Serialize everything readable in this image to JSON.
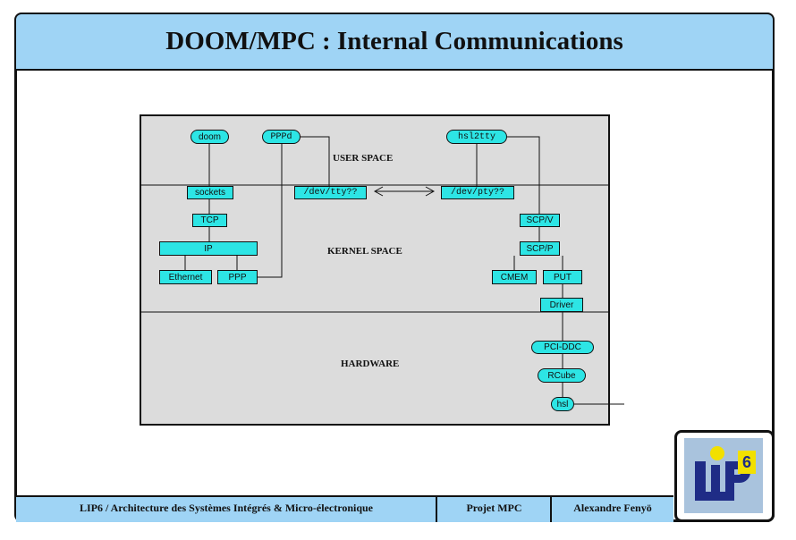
{
  "slide": {
    "title": "DOOM/MPC : Internal Communications"
  },
  "zones": {
    "user": "USER SPACE",
    "kernel": "KERNEL SPACE",
    "hardware": "HARDWARE"
  },
  "nodes": {
    "doom": "doom",
    "pppd": "PPPd",
    "hsl2tty": "hsl2tty",
    "sockets": "sockets",
    "devtty": "/dev/tty??",
    "devpty": "/dev/pty??",
    "tcp": "TCP",
    "ip": "IP",
    "ethernet": "Ethernet",
    "ppp": "PPP",
    "scpv": "SCP/V",
    "scpp": "SCP/P",
    "cmem": "CMEM",
    "put": "PUT",
    "driver": "Driver",
    "pciddc": "PCI-DDC",
    "rcube": "RCube",
    "hsl": "hsl"
  },
  "footer": {
    "lab": "LIP6 / Architecture des Systèmes Intégrés & Micro-électronique",
    "project": "Projet MPC",
    "author": "Alexandre Fenyö"
  },
  "logo": {
    "text": "LIP6"
  },
  "colors": {
    "header": "#9fd4f5",
    "node": "#2de5e5",
    "diagram_bg": "#dcdcdc",
    "logo_blue": "#1f2c86",
    "logo_yellow": "#f2e000"
  }
}
